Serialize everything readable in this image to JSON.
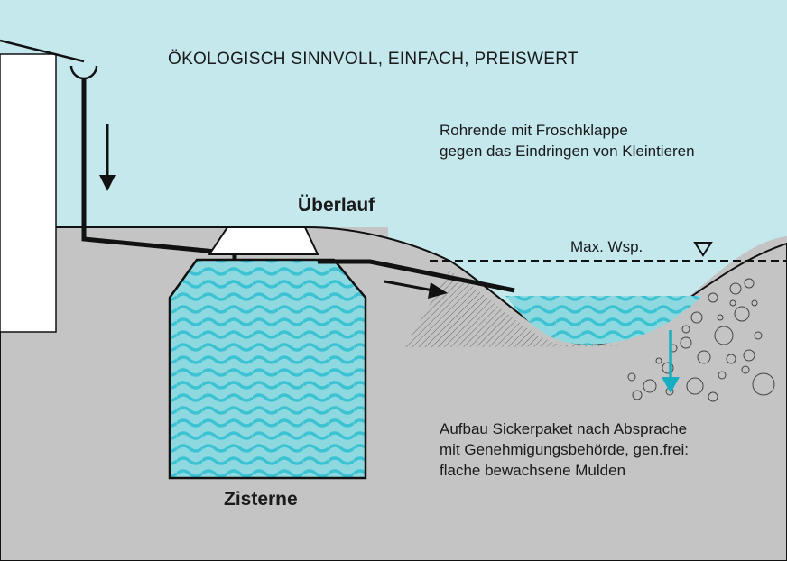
{
  "title": "ÖKOLOGISCH SINNVOLL, EINFACH, PREISWERT",
  "labels": {
    "overflow": "Überlauf",
    "cistern": "Zisterne",
    "max_water_level": "Max. Wsp.",
    "pipe_end_note": [
      "Rohrende mit Froschklappe",
      "gegen das Eindringen von Kleintieren"
    ],
    "infiltration_note": [
      "Aufbau Sickerpaket nach Absprache",
      "mit Genehmigungsbehörde, gen.frei:",
      "flache bewachsene Mulden"
    ]
  },
  "icons": {
    "flow_down_arrow": "arrow-down",
    "flow_right_arrow": "arrow-right",
    "infiltration_arrow": "arrow-down",
    "water_level_marker": "triangle-down"
  },
  "colors": {
    "sky": "#c5e8ed",
    "ground": "#c4c4c4",
    "water": "#8ed8e0",
    "water_wave": "#3cc3d3",
    "infiltration_arrow": "#17aec2",
    "house": "#ffffff",
    "line": "#111111"
  }
}
